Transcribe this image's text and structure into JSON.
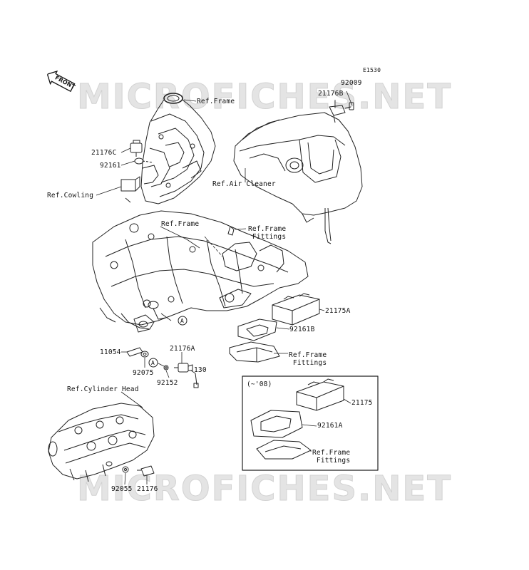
{
  "diagram_code": "E1530",
  "front_marker": "FRONT",
  "watermark": "MICROFICHES.NET",
  "labels": {
    "p92009": "92009",
    "p21176B": "21176B",
    "ref_frame_top": "Ref.Frame",
    "p21176C": "21176C",
    "p92161": "92161",
    "ref_cowling": "Ref.Cowling",
    "ref_air_cleaner": "Ref.Air Cleaner",
    "ref_frame_mid": "Ref.Frame",
    "ref_frame_fittings_1": "Ref.Frame\n Fittings",
    "p21175A": "21175A",
    "p92161B": "92161B",
    "ref_frame_fittings_2": "Ref.Frame\n Fittings",
    "p11054": "11054",
    "p21176A": "21176A",
    "p92075": "92075",
    "p130": "130",
    "p92152": "92152",
    "ref_cylinder_head": "Ref.Cylinder Head",
    "inset_note": "(~'08)",
    "p21175": "21175",
    "p92161A": "92161A",
    "ref_frame_fittings_3": "Ref.Frame\n Fittings",
    "p92055": "92055",
    "p21176": "21176",
    "marker_a1": "A",
    "marker_a2": "A"
  }
}
